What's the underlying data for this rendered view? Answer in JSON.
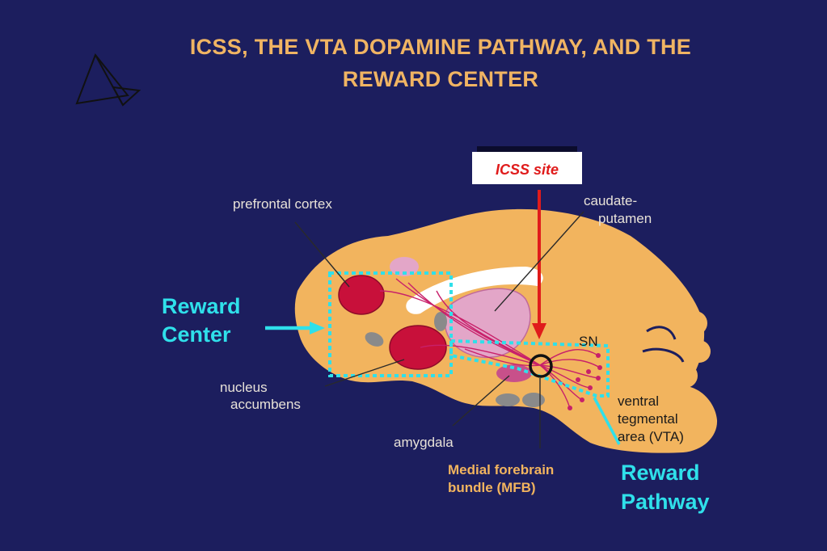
{
  "title": {
    "line1": "ICSS, THE VTA  DOPAMINE PATHWAY, AND THE",
    "line2": "REWARD CENTER"
  },
  "labels": {
    "icss_site": "ICSS site",
    "prefrontal_cortex": "prefrontal cortex",
    "caudate_line1": "caudate-",
    "caudate_line2": "putamen",
    "reward_center_line1": "Reward",
    "reward_center_line2": "Center",
    "nucleus_line1": "nucleus",
    "nucleus_line2": "accumbens",
    "sn": "SN",
    "vta_line1": "ventral",
    "vta_line2": "tegmental",
    "vta_line3": "area (VTA)",
    "amygdala": "amygdala",
    "mfb_line1": "Medial forebrain",
    "mfb_line2": "bundle (MFB)",
    "reward_pathway_line1": "Reward",
    "reward_pathway_line2": "Pathway"
  },
  "colors": {
    "background": "#1c1e5e",
    "brain": "#f2b45e",
    "nucleus": "#c8103a",
    "striatum": "#e3a6c8",
    "highlight": "#2fe0ea",
    "arrow": "#e01b1b"
  }
}
